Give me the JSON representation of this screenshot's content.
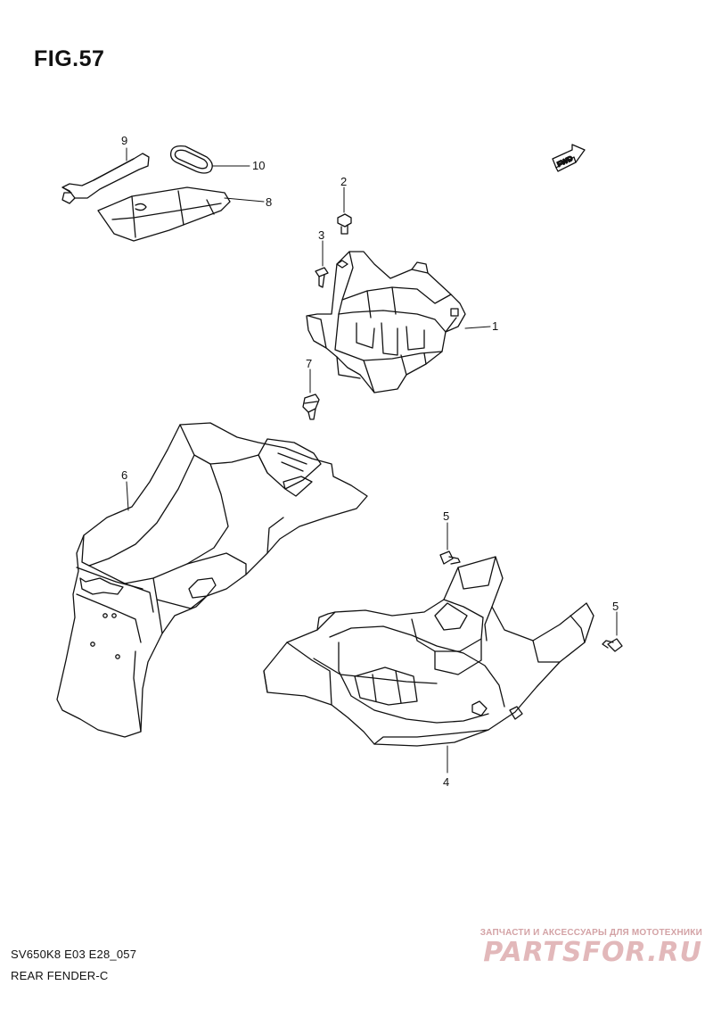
{
  "figure": {
    "title": "FIG.57"
  },
  "footer": {
    "model_code": "SV650K8 E03 E28_057",
    "section_name": "REAR FENDER-C"
  },
  "watermark": {
    "subtitle": "ЗАПЧАСТИ И АКСЕССУАРЫ ДЛЯ МОТОТЕХНИКИ",
    "logo_text": "PARTSFOR.RU",
    "color": "#e2b8ba"
  },
  "direction_marker": {
    "label": "FWD",
    "icon": "fwd-arrow-icon"
  },
  "callouts": [
    {
      "number": "1",
      "part": "battery-holder"
    },
    {
      "number": "2",
      "part": "bolt"
    },
    {
      "number": "3",
      "part": "screw"
    },
    {
      "number": "4",
      "part": "rear-fender-lower"
    },
    {
      "number": "5",
      "part": "bolt"
    },
    {
      "number": "5",
      "part": "bolt"
    },
    {
      "number": "6",
      "part": "rear-fender"
    },
    {
      "number": "7",
      "part": "fastener-clip"
    },
    {
      "number": "8",
      "part": "tool-bag"
    },
    {
      "number": "9",
      "part": "spanner"
    },
    {
      "number": "10",
      "part": "band"
    }
  ]
}
